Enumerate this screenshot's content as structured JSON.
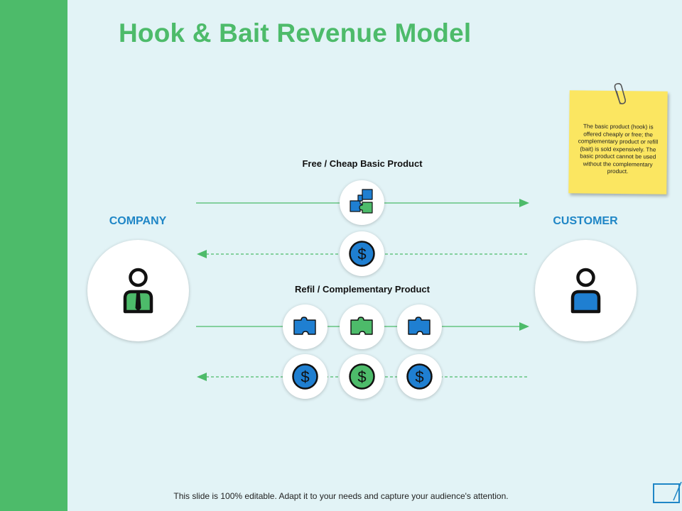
{
  "title": "Hook & Bait Revenue Model",
  "labels": {
    "top_flow": "Free / Cheap Basic Product",
    "bottom_flow": "Refil / Complementary Product",
    "company": "COMPANY",
    "customer": "CUSTOMER"
  },
  "note": {
    "text": "The basic product (hook) is offered cheaply or free; the complementary product or refill (bait) is sold expensively. The basic product cannot be used without the complementary product."
  },
  "footer": "This slide is 100% editable. Adapt it to your needs and capture your audience's attention.",
  "icons": {
    "company": "person-tie-icon",
    "customer": "person-icon",
    "basic_product": "puzzle-icon",
    "payment": "dollar-coin-icon"
  },
  "colors": {
    "accent_green": "#4dbb6a",
    "accent_blue": "#1f86c6",
    "background": "#e2f3f6",
    "note_yellow": "#fbe661"
  }
}
